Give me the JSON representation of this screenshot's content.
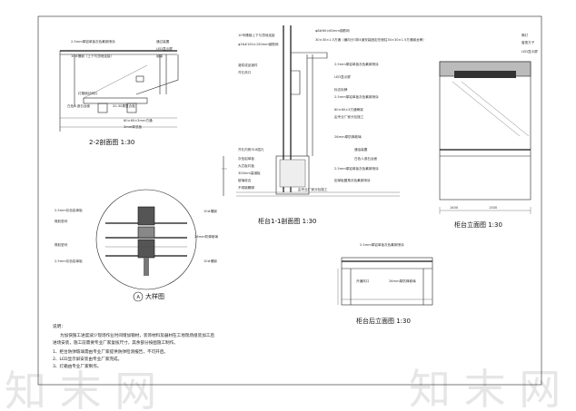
{
  "watermark": "知 末 网",
  "views": {
    "section22": {
      "title": "2-2剖面图  1:30",
      "labels": [
        "2.5mm厚铝单板灰色氟碳喷涂",
        "10#槽钢（上下与顶地连接）",
        "通过装置",
        "LED显示屏",
        "钢架",
        "灯箱钢丝网片",
        "白色人造石台面",
        "20-30厚复合板",
        "60×60×3mm方通",
        "3mm厚亚板"
      ]
    },
    "detail": {
      "title": "大样图",
      "marker": "A",
      "labels": [
        "2.5mm灰色铝单板",
        "橡胶垫块",
        "橡胶垫块",
        "2.5mm灰色铝单板",
        "10#槽钢",
        "26mm防弹玻璃",
        "10#槽钢"
      ]
    },
    "section11": {
      "title": "柜台1-1剖面图 1:30",
      "labels": [
        "10号槽钢上下与顶地连接",
        "φ16#150×150mm钢筋网",
        "φ8#60×60mm钢筋网",
        "30×30×1.5方通（横向分3排4道安装固定在墙柱30×30×1.5方通钢龙骨）",
        "2.5mm厚铝单板灰色氟碳喷涂",
        "LED显示屏",
        "标志标牌",
        "2.5mm厚铝单板灰色氟碳喷涂",
        "60×60×3方通骨架",
        "由专业厂家分包施工",
        "26mm厚防弹玻璃",
        "通话装置",
        "白色人造石台面",
        "2.5mm厚铝单板灰色氟碳喷涂",
        "铝单板圆角灰色氟碳喷涂",
        "灌浆成品钢件",
        "开孔风口",
        "开孔内侧318插孔",
        "灰色铝单板",
        "大芯板衬板",
        "300mm高钢板",
        "玻璃收边",
        "不锈钢踢脚",
        "由专业厂家分包施工"
      ]
    },
    "elevation": {
      "title": "柜台立面图  1:30",
      "labels": [
        "筒灯",
        "窗宽方子",
        "LED显示屏"
      ],
      "dims": [
        "1400",
        "1300"
      ]
    },
    "backElevation": {
      "title": "柜台后立面图  1:30",
      "labels": [
        "2.5mm厚铝单板灰色氟碳喷涂",
        "开通风口",
        "26mm厚防弹玻璃"
      ]
    }
  },
  "notes": {
    "heading": "说明：",
    "lines": [
      "为加快施工进度减少现场作业时间增加钢材，装饰材料及器材在工地现场组装加工后",
      "进场安装，施工前需要专业厂家复核尺寸，其余部分按图施工制作。",
      "1、柜台防弹玻璃需由专业厂家提供防弹检测报告，不可开启。",
      "2、LED显示屏安装由专业厂家完成。",
      "3、灯箱由专业厂家制作。"
    ]
  }
}
